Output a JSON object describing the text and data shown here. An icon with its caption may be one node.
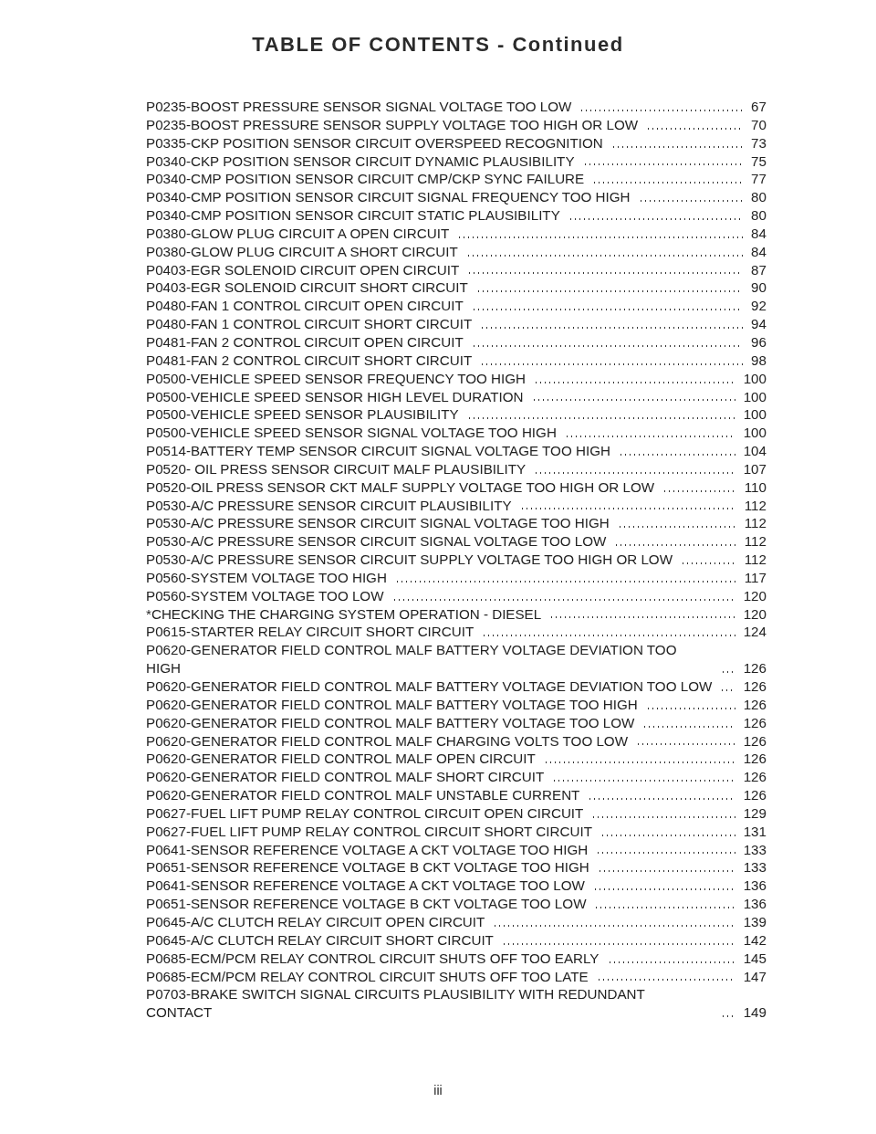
{
  "diagram": {
    "title": "TABLE OF CONTENTS - Continued",
    "labels": [
      "P0235-BOOST PRESSURE SENSOR SIGNAL VOLTAGE TOO LOW",
      "67",
      "P0235-BOOST PRESSURE SENSOR SUPPLY VOLTAGE TOO HIGH OR LOW",
      "70",
      "P0335-CKP POSITION SENSOR CIRCUIT OVERSPEED RECOGNITION",
      "73",
      "P0340-CKP POSITION SENSOR CIRCUIT DYNAMIC PLAUSIBILITY",
      "75",
      "P0340-CMP POSITION SENSOR CIRCUIT CMP/CKP SYNC FAILURE",
      "77",
      "P0340-CMP POSITION SENSOR CIRCUIT SIGNAL FREQUENCY TOO HIGH",
      "80",
      "P0340-CMP POSITION SENSOR CIRCUIT STATIC PLAUSIBILITY",
      "80",
      "P0380-GLOW PLUG CIRCUIT A OPEN CIRCUIT",
      "84",
      "P0380-GLOW PLUG CIRCUIT A SHORT CIRCUIT",
      "84",
      "P0403-EGR SOLENOID CIRCUIT OPEN CIRCUIT",
      "87",
      "P0403-EGR SOLENOID CIRCUIT SHORT CIRCUIT",
      "90",
      "P0480-FAN 1 CONTROL CIRCUIT OPEN CIRCUIT",
      "92",
      "P0480-FAN 1 CONTROL CIRCUIT SHORT CIRCUIT",
      "94",
      "P0481-FAN 2 CONTROL CIRCUIT OPEN CIRCUIT",
      "96",
      "P0481-FAN 2 CONTROL CIRCUIT SHORT CIRCUIT",
      "98",
      "P0500-VEHICLE SPEED SENSOR FREQUENCY TOO HIGH",
      "100",
      "P0500-VEHICLE SPEED SENSOR HIGH LEVEL DURATION",
      "100",
      "P0500-VEHICLE SPEED SENSOR PLAUSIBILITY",
      "100",
      "P0500-VEHICLE SPEED SENSOR SIGNAL VOLTAGE TOO HIGH",
      "100",
      "P0514-BATTERY TEMP SENSOR CIRCUIT SIGNAL VOLTAGE TOO HIGH",
      "104",
      "P0520- OIL PRESS SENSOR CIRCUIT MALF PLAUSIBILITY",
      "107",
      "P0520-OIL PRESS SENSOR CKT MALF SUPPLY VOLTAGE TOO HIGH OR LOW",
      "110",
      "P0530-A/C PRESSURE SENSOR CIRCUIT PLAUSIBILITY",
      "112",
      "P0530-A/C PRESSURE SENSOR CIRCUIT SIGNAL VOLTAGE TOO HIGH",
      "112",
      "P0530-A/C PRESSURE SENSOR CIRCUIT SIGNAL VOLTAGE TOO LOW",
      "112",
      "P0530-A/C PRESSURE SENSOR CIRCUIT SUPPLY VOLTAGE TOO HIGH OR LOW",
      "112",
      "P0560-SYSTEM VOLTAGE TOO HIGH",
      "117",
      "P0560-SYSTEM VOLTAGE TOO LOW",
      "120",
      "*CHECKING THE CHARGING SYSTEM OPERATION - DIESEL",
      "120",
      "P0615-STARTER RELAY CIRCUIT SHORT CIRCUIT",
      "124",
      "P0620-GENERATOR FIELD CONTROL MALF BATTERY VOLTAGE DEVIATION TOO HIGH",
      "126",
      "P0620-GENERATOR FIELD CONTROL MALF BATTERY VOLTAGE DEVIATION TOO LOW",
      "126",
      "P0620-GENERATOR FIELD CONTROL MALF BATTERY VOLTAGE TOO HIGH",
      "126",
      "P0620-GENERATOR FIELD CONTROL MALF BATTERY VOLTAGE TOO LOW",
      "126",
      "P0620-GENERATOR FIELD CONTROL MALF CHARGING VOLTS TOO LOW",
      "126",
      "P0620-GENERATOR FIELD CONTROL MALF OPEN CIRCUIT",
      "126",
      "P0620-GENERATOR FIELD CONTROL MALF SHORT CIRCUIT",
      "126",
      "P0620-GENERATOR FIELD CONTROL MALF UNSTABLE CURRENT",
      "126",
      "P0627-FUEL LIFT PUMP RELAY CONTROL CIRCUIT OPEN CIRCUIT",
      "129",
      "P0627-FUEL LIFT PUMP RELAY CONTROL CIRCUIT SHORT CIRCUIT",
      "131",
      "P0641-SENSOR REFERENCE VOLTAGE A CKT VOLTAGE TOO HIGH",
      "133",
      "P0651-SENSOR REFERENCE VOLTAGE B CKT VOLTAGE TOO HIGH",
      "133",
      "P0641-SENSOR REFERENCE VOLTAGE A CKT VOLTAGE TOO LOW",
      "136",
      "P0651-SENSOR REFERENCE VOLTAGE B CKT VOLTAGE TOO LOW",
      "136",
      "P0645-A/C CLUTCH RELAY CIRCUIT OPEN CIRCUIT",
      "139",
      "P0645-A/C CLUTCH RELAY CIRCUIT SHORT CIRCUIT",
      "142",
      "P0685-ECM/PCM RELAY CONTROL CIRCUIT SHUTS OFF TOO EARLY",
      "145",
      "P0685-ECM/PCM RELAY CONTROL CIRCUIT SHUTS OFF TOO LATE",
      "147",
      "P0703-BRAKE SWITCH SIGNAL CIRCUITS PLAUSIBILITY WITH REDUNDANT CONTACT",
      "149",
      "iii"
    ]
  }
}
